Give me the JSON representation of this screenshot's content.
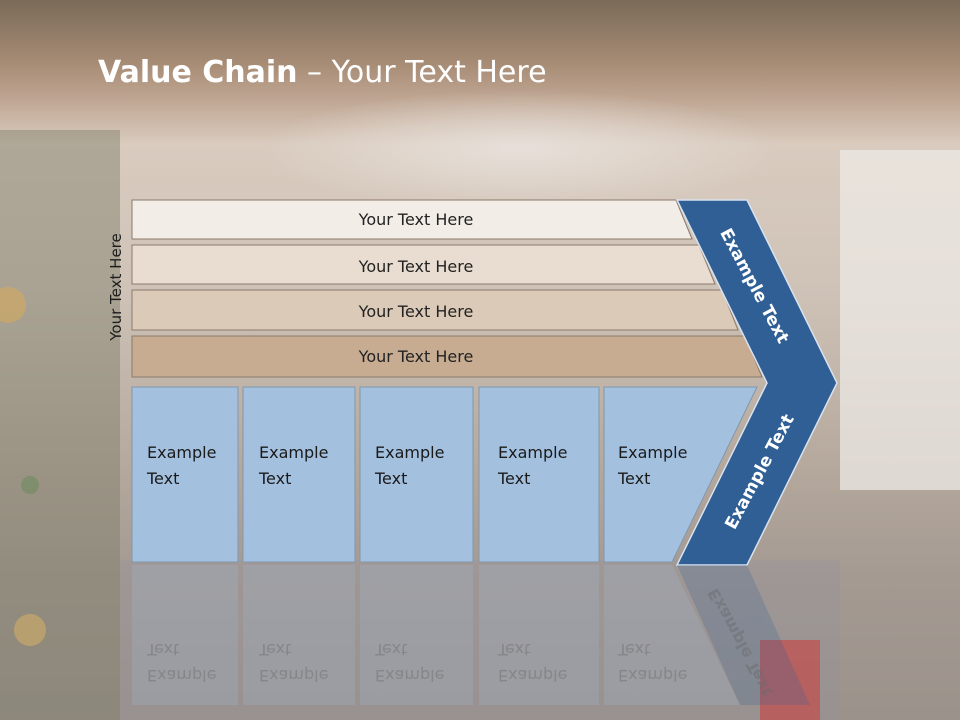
{
  "title": {
    "bold": "Value Chain",
    "rest": " – Your Text Here"
  },
  "side_label": "Your Text Here",
  "bars": [
    {
      "label": "Your Text Here",
      "color": "#f3ede7"
    },
    {
      "label": "Your Text Here",
      "color": "#e9ddd1"
    },
    {
      "label": "Your Text Here",
      "color": "#dccab8"
    },
    {
      "label": "Your Text Here",
      "color": "#c7ac92"
    }
  ],
  "cells": [
    {
      "line1": "Example",
      "line2": "Text"
    },
    {
      "line1": "Example",
      "line2": "Text"
    },
    {
      "line1": "Example",
      "line2": "Text"
    },
    {
      "line1": "Example",
      "line2": "Text"
    },
    {
      "line1": "Example",
      "line2": "Text"
    }
  ],
  "chevron": {
    "upper_label": "Example Text",
    "lower_label": "Example Text",
    "color": "#2f5f95"
  },
  "colors": {
    "cell_fill": "#a3c0df",
    "cell_border": "#8297ad",
    "bar_border": "#8a7a6c"
  }
}
